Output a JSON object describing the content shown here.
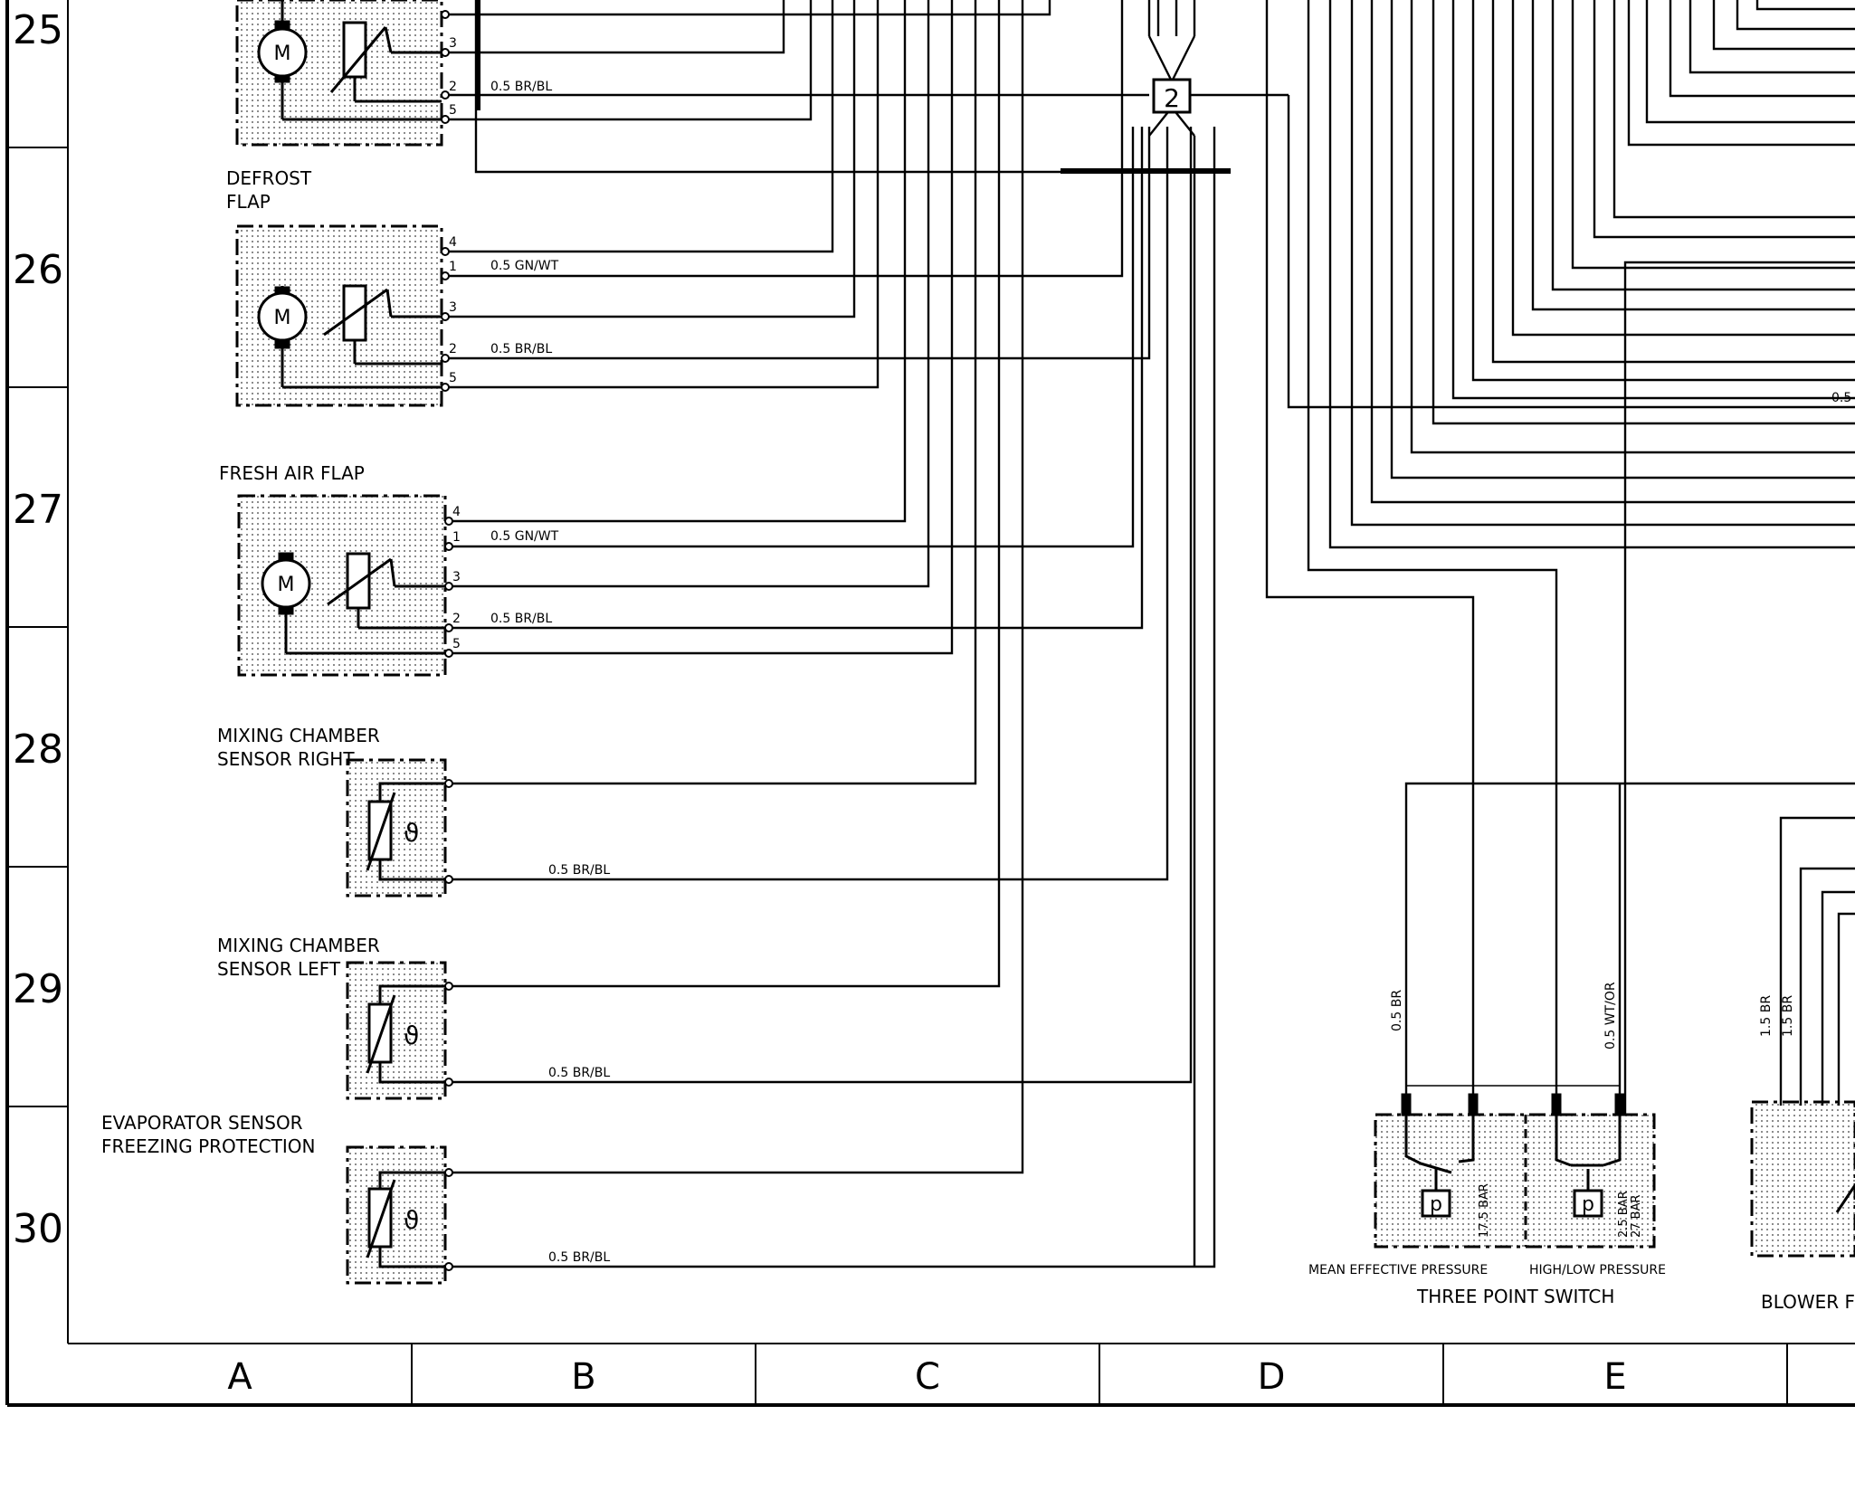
{
  "rows": [
    "25",
    "26",
    "27",
    "28",
    "29",
    "30"
  ],
  "columns": [
    "A",
    "B",
    "C",
    "D",
    "E"
  ],
  "components": {
    "defrost_flap": {
      "line1": "DEFROST",
      "line2": "FLAP"
    },
    "fresh_air_flap": {
      "title": "FRESH AIR FLAP"
    },
    "mixing_right": {
      "line1": "MIXING CHAMBER",
      "line2": "SENSOR RIGHT"
    },
    "mixing_left": {
      "line1": "MIXING CHAMBER",
      "line2": "SENSOR LEFT"
    },
    "evaporator": {
      "line1": "EVAPORATOR SENSOR",
      "line2": "FREEZING PROTECTION"
    },
    "three_point_switch": {
      "title": "THREE POINT SWITCH",
      "left_label": "MEAN EFFECTIVE PRESSURE",
      "right_label": "HIGH/LOW PRESSURE",
      "bar_175": "17.5 BAR",
      "bar_25": "2.5 BAR",
      "bar_27": "27 BAR"
    },
    "blower": {
      "title": "BLOWER F"
    }
  },
  "motor_symbol": "M",
  "sensor_symbol": "ϑ",
  "pressure_symbol": "p",
  "connector": "2",
  "pins": [
    "4",
    "1",
    "3",
    "2",
    "5"
  ],
  "wires": {
    "gn_wt": "0.5 GN/WT",
    "br_bl": "0.5 BR/BL",
    "br": "0.5 BR",
    "wt_or": "0.5 WT/OR",
    "br15": "1.5 BR",
    "edge_05": "0.5"
  },
  "colors": {
    "ink": "#000000",
    "background": "#ffffff"
  }
}
